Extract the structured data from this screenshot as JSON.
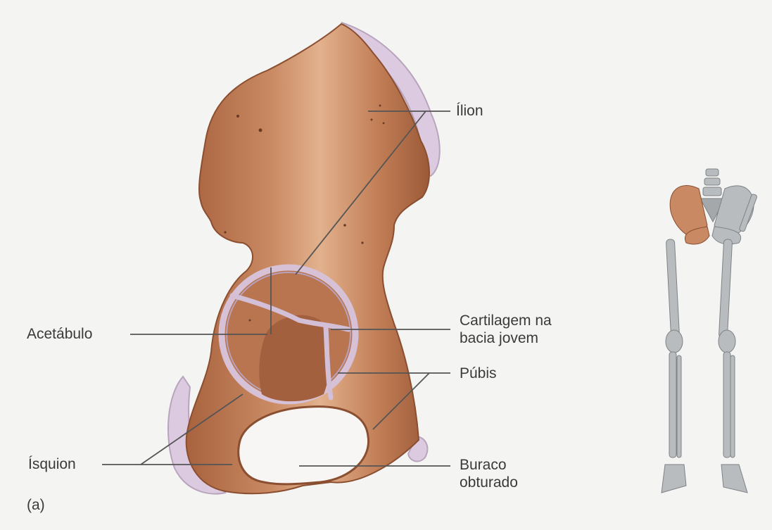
{
  "figure": {
    "panel_letter": "(a)",
    "labels": {
      "ilion": "Ílion",
      "acetabulo": "Acetábulo",
      "cartilagem_line1": "Cartilagem na",
      "cartilagem_line2": "bacia jovem",
      "pubis": "Púbis",
      "isquion": "Ísquion",
      "buraco_line1": "Buraco",
      "buraco_line2": "obturado"
    }
  },
  "colors": {
    "background": "#f4f4f3",
    "bone": "#c47f57",
    "bone_shadow": "#9c5a38",
    "bone_highlight": "#e6b894",
    "cartilage": "#d9c2d6",
    "leader_line": "#555555",
    "skeleton": "#b9bcbf",
    "highlighted_hip": "#c98a63"
  }
}
